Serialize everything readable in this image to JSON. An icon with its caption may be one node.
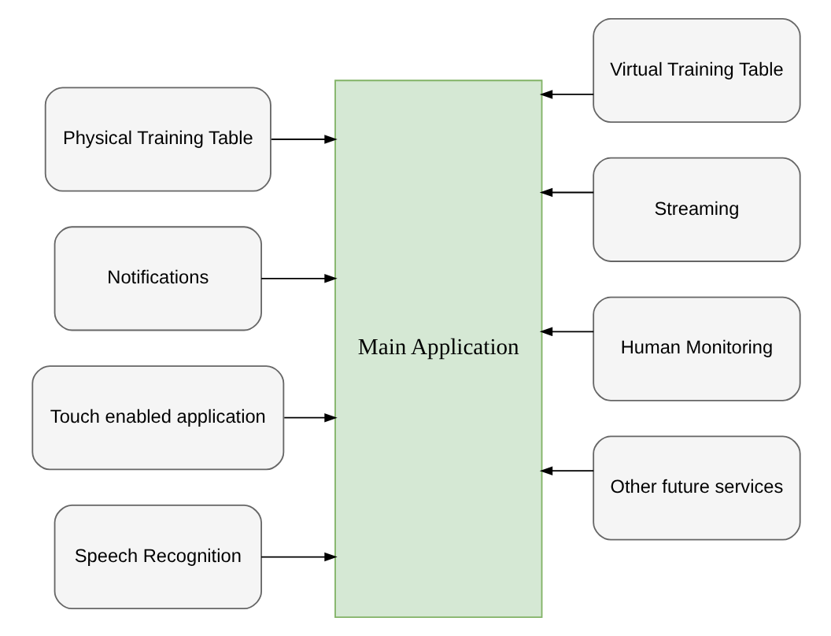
{
  "diagram": {
    "nodes": [
      {
        "text": [
          "Main Application"
        ]
      },
      {
        "text": [
          "Physical Training Table"
        ]
      },
      {
        "text": [
          "Notifications"
        ]
      },
      {
        "text": [
          "Touch enabled application"
        ]
      },
      {
        "text": [
          "Speech Recognition"
        ]
      },
      {
        "text": [
          "Virtual Training Table"
        ]
      },
      {
        "text": [
          "Streaming"
        ]
      },
      {
        "text": [
          "Human Monitoring"
        ]
      },
      {
        "text": [
          "Other future services"
        ]
      }
    ],
    "edges": [
      {
        "from": 1,
        "to": 0,
        "arrow": "to"
      },
      {
        "from": 2,
        "to": 0,
        "arrow": "to"
      },
      {
        "from": 3,
        "to": 0,
        "arrow": "to"
      },
      {
        "from": 4,
        "to": 0,
        "arrow": "to"
      },
      {
        "from": 5,
        "to": 0,
        "arrow": "to"
      },
      {
        "from": 6,
        "to": 0,
        "arrow": "to"
      },
      {
        "from": 7,
        "to": 0,
        "arrow": "to"
      },
      {
        "from": 8,
        "to": 0,
        "arrow": "to"
      }
    ]
  }
}
